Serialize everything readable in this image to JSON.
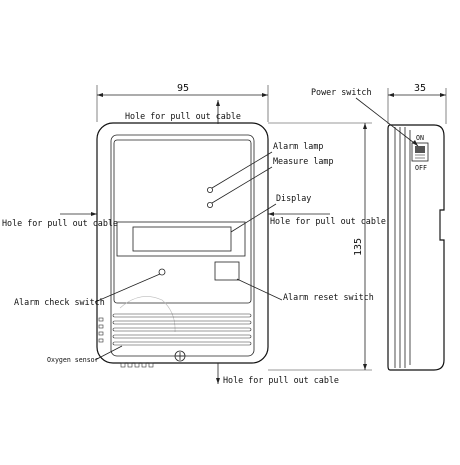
{
  "dimensions": {
    "width": "95",
    "depth": "35",
    "height": "135"
  },
  "labels": {
    "hole_top": "Hole for pull out cable",
    "hole_left": "Hole for pull out cable",
    "hole_right": "Hole for pull out cable",
    "hole_bottom": "Hole for pull out cable",
    "alarm_lamp": "Alarm lamp",
    "measure_lamp": "Measure lamp",
    "display": "Display",
    "alarm_check_switch": "Alarm check switch",
    "alarm_reset_switch": "Alarm reset switch",
    "oxygen_sensor": "Oxygen sensor",
    "power_switch": "Power switch",
    "on": "ON",
    "off": "OFF"
  }
}
